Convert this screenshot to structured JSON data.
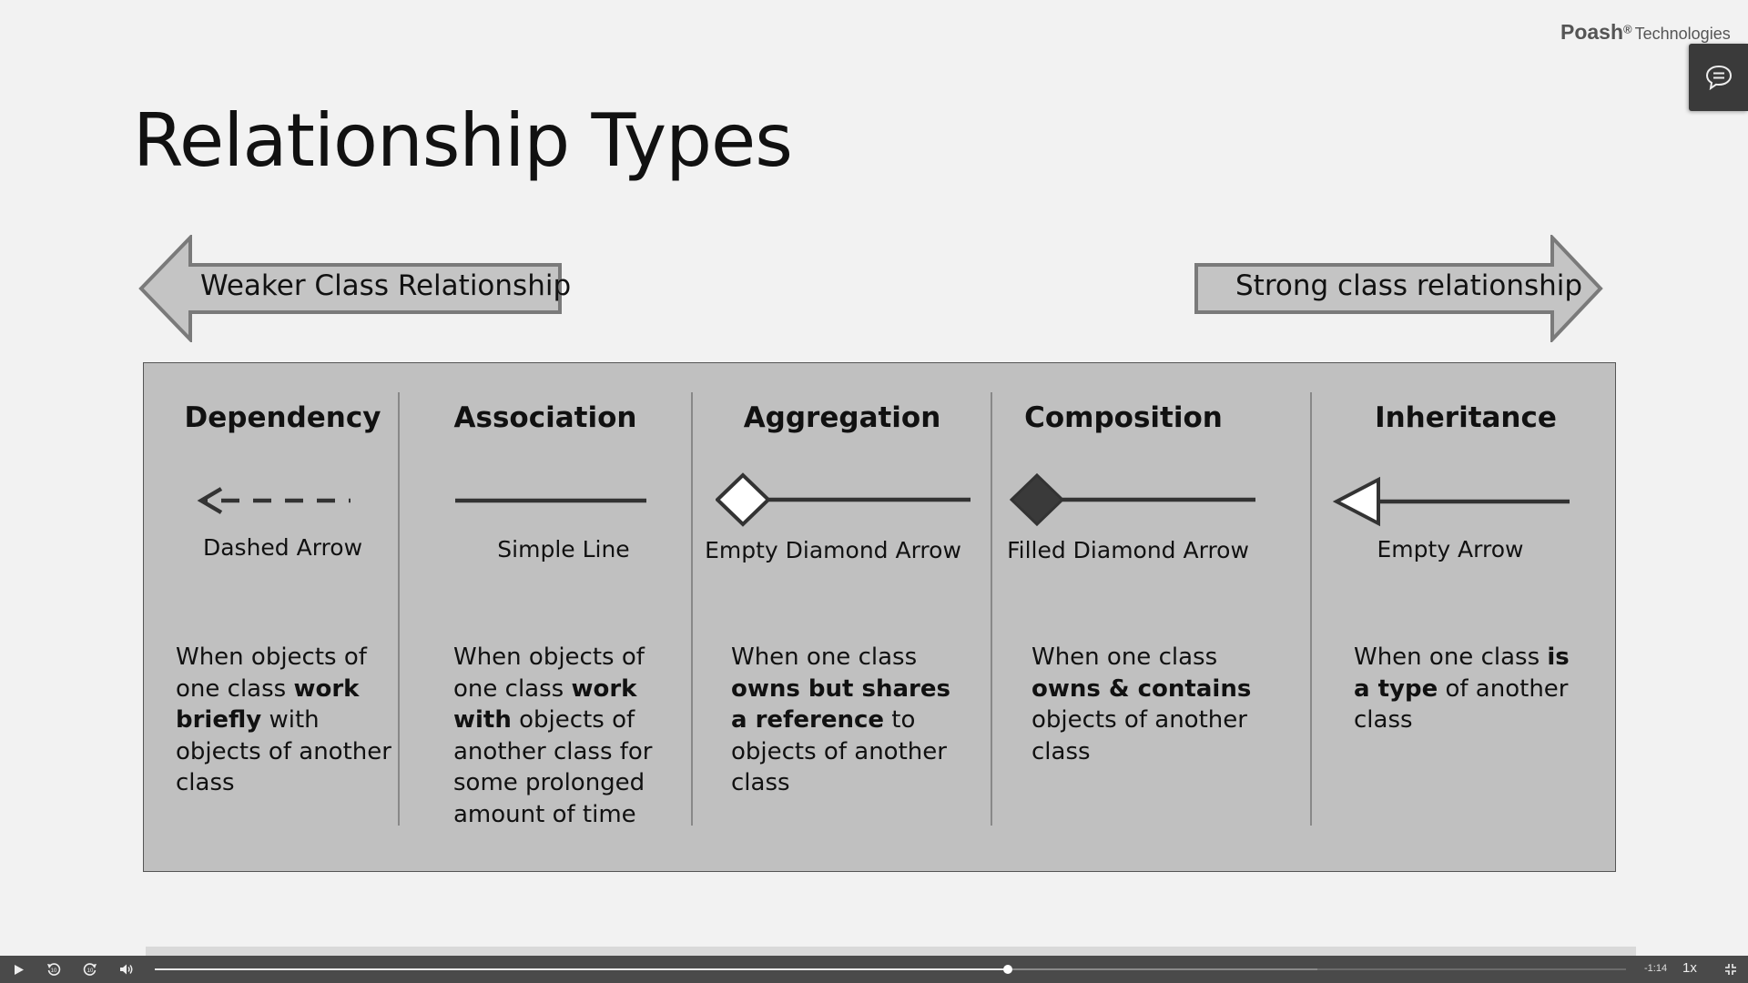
{
  "brand": {
    "name": "Poash",
    "registered": "®",
    "suffix": "Technologies"
  },
  "chat_button": {
    "icon": "chat-icon"
  },
  "slide": {
    "title": "Relationship Types",
    "weak_label": "Weaker Class Relationship",
    "strong_label": "Strong class relationship",
    "columns": [
      {
        "title": "Dependency",
        "symbol": "dashed-arrow",
        "symbol_label": "Dashed Arrow",
        "desc": [
          [
            "When objects of one class ",
            false
          ],
          [
            "work briefly",
            true
          ],
          [
            " with objects of another class",
            false
          ]
        ]
      },
      {
        "title": "Association",
        "symbol": "simple-line",
        "symbol_label": "Simple Line",
        "desc": [
          [
            "When objects of one class ",
            false
          ],
          [
            "work with",
            true
          ],
          [
            " objects of another class for some prolonged amount of time",
            false
          ]
        ]
      },
      {
        "title": "Aggregation",
        "symbol": "empty-diamond-arrow",
        "symbol_label": "Empty Diamond Arrow",
        "desc": [
          [
            "When one class ",
            false
          ],
          [
            "owns but shares a reference",
            true
          ],
          [
            " to objects of another class",
            false
          ]
        ]
      },
      {
        "title": "Composition",
        "symbol": "filled-diamond-arrow",
        "symbol_label": "Filled Diamond Arrow",
        "desc": [
          [
            "When one class ",
            false
          ],
          [
            "owns & contains",
            true
          ],
          [
            " objects of another class",
            false
          ]
        ]
      },
      {
        "title": "Inheritance",
        "symbol": "empty-arrow",
        "symbol_label": "Empty Arrow",
        "desc": [
          [
            "When one class ",
            false
          ],
          [
            "is a type",
            true
          ],
          [
            " of another class",
            false
          ]
        ]
      }
    ]
  },
  "player": {
    "time_remaining": "-1:14",
    "speed": "1x",
    "progress_fraction": 0.58,
    "buffered_fraction": 0.79,
    "icons": [
      "play-icon",
      "rewind-icon",
      "forward-icon",
      "volume-icon",
      "fullscreen-exit-icon"
    ]
  }
}
